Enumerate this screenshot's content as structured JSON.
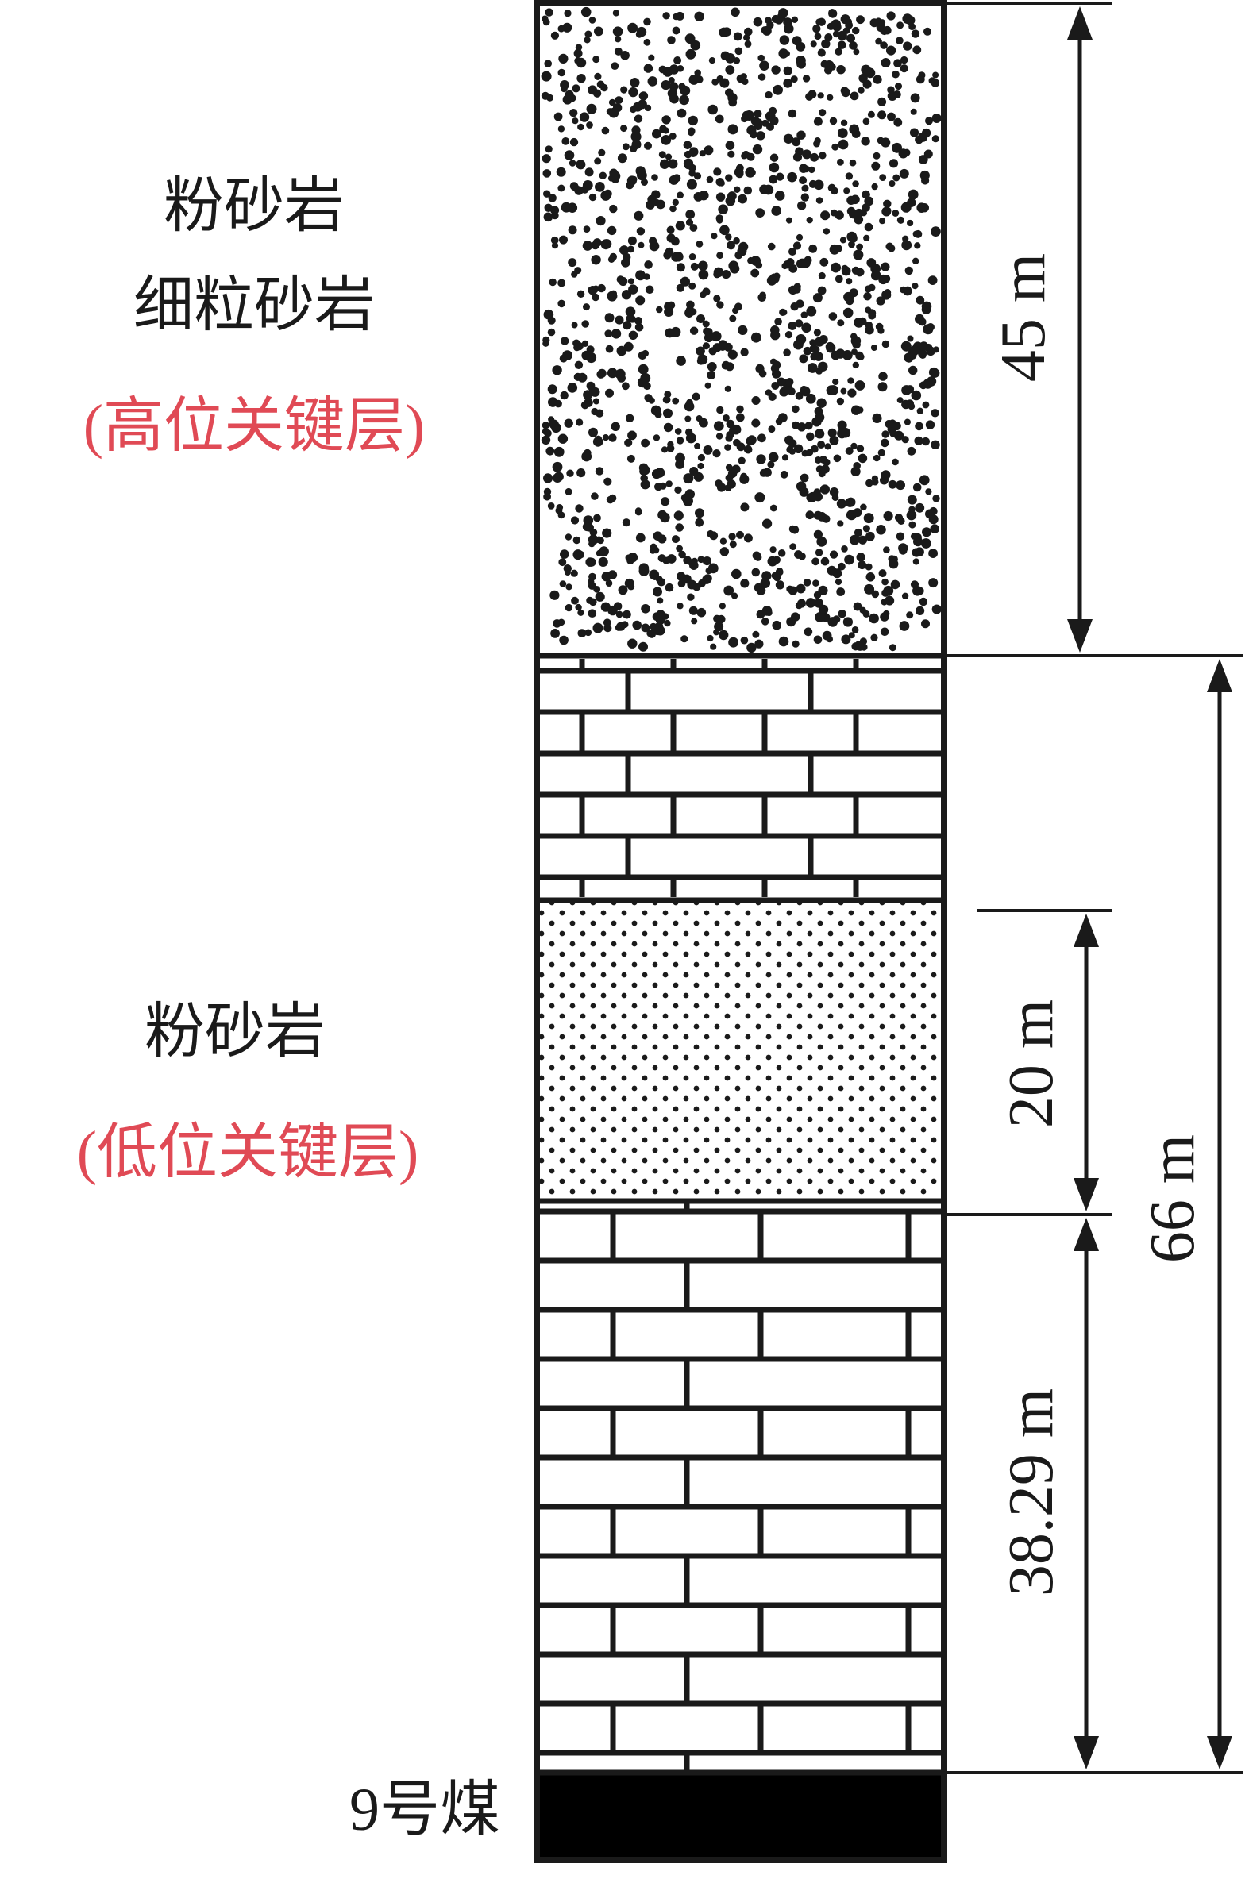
{
  "layers": [
    {
      "id": "upper-siltstone",
      "pattern": "coarse-dots",
      "label_lines": [
        "粉砂岩",
        "细粒砂岩"
      ],
      "key_label": "(高位关键层)"
    },
    {
      "id": "upper-limestone",
      "pattern": "bricks"
    },
    {
      "id": "lower-siltstone",
      "pattern": "fine-dots",
      "label_lines": [
        "粉砂岩"
      ],
      "key_label": "(低位关键层)"
    },
    {
      "id": "lower-limestone",
      "pattern": "bricks"
    },
    {
      "id": "coal-seam",
      "pattern": "solid-black",
      "label": "9号煤"
    }
  ],
  "labels": {
    "upper_line1": "粉砂岩",
    "upper_line2": "细粒砂岩",
    "upper_key": "(高位关键层)",
    "lower_line1": "粉砂岩",
    "lower_key": "(低位关键层)",
    "coal": "9号煤"
  },
  "dimensions": {
    "upper_thickness": "45 m",
    "low_key_thickness": "20 m",
    "bottom_thickness": "38.29 m",
    "total_thickness": "66 m"
  },
  "colors": {
    "ink": "#1a1a1a",
    "key_layer_label": "#e04a55",
    "background": "#ffffff"
  }
}
